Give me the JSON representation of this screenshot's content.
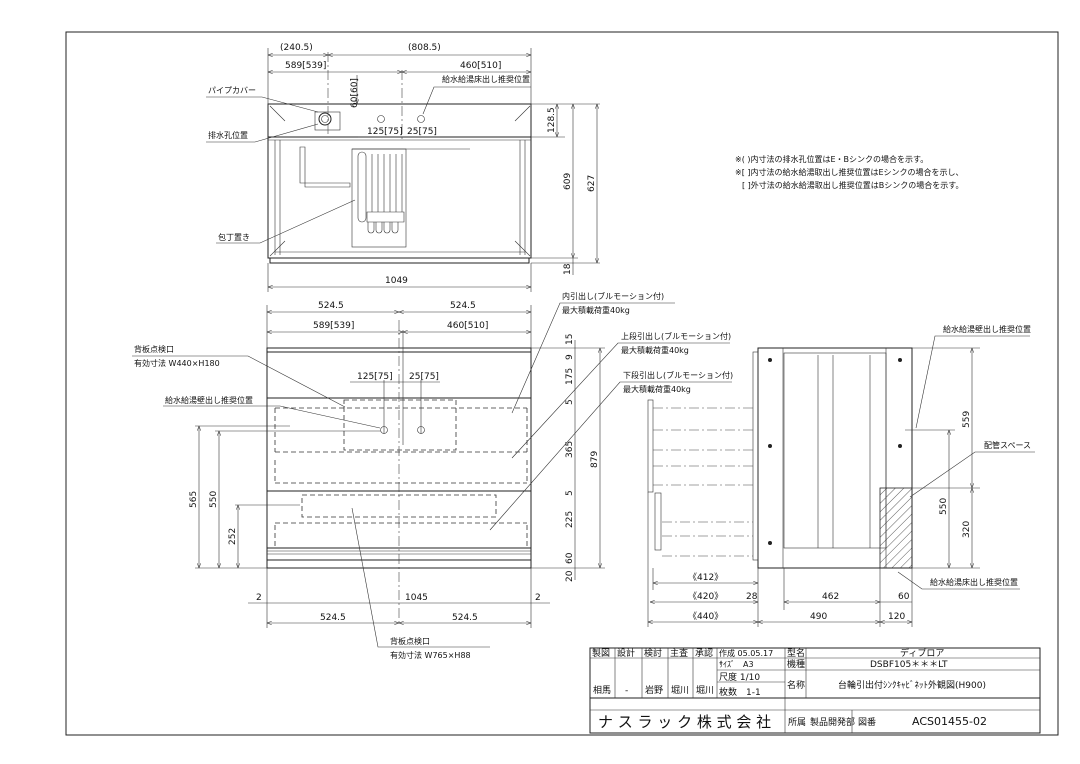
{
  "notes": [
    "※( )内寸法の排水孔位置はE・Bシンクの場合を示す。",
    "※[ ]内寸法の給水給湯取出し推奨位置はEシンクの場合を示し、",
    "[ ]外寸法の給水給湯取出し推奨位置はBシンクの場合を示す。"
  ],
  "top_view": {
    "labels": {
      "pipe_cover": "パイプカバー",
      "drain_hole": "排水孔位置",
      "knife_holder": "包丁置き",
      "floor_outlet": "給水給湯床出し推奨位置"
    },
    "dims": {
      "d240": "(240.5)",
      "d808": "(808.5)",
      "d589": "589[539]",
      "d460": "460[510]",
      "d60": "60[60]",
      "d125": "125[75]",
      "d25": "25[75]",
      "d128": "128.5",
      "d609": "609",
      "d627": "627",
      "d18": "18",
      "d1049": "1049"
    }
  },
  "front_view": {
    "labels": {
      "access_top_1": "背板点検口",
      "access_top_2": "有効寸法 W440×H180",
      "wall_outlet": "給水給湯壁出し推奨位置",
      "access_bot_1": "背板点検口",
      "access_bot_2": "有効寸法 W765×H88",
      "inner_drawer_1": "内引出し(ブルモーション付)",
      "inner_drawer_2": "最大積載荷重40kg",
      "upper_drawer_1": "上段引出し(ブルモーション付)",
      "upper_drawer_2": "最大積載荷重40kg",
      "lower_drawer_1": "下段引出し(ブルモーション付)",
      "lower_drawer_2": "最大積載荷重40kg"
    },
    "dims": {
      "t1": "524.5",
      "t2": "524.5",
      "d589": "589[539]",
      "d460": "460[510]",
      "d125": "125[75]",
      "d25": "25[75]",
      "d565": "565",
      "d550": "550",
      "d252": "252",
      "r15": "15",
      "r9": "9",
      "r175": "175",
      "r5a": "5",
      "r365": "365",
      "r5b": "5",
      "r225": "225",
      "r60": "60",
      "r20": "20",
      "d879": "879",
      "g1": "2",
      "g2": "2",
      "d1045": "1045",
      "b1": "524.5",
      "b2": "524.5"
    }
  },
  "side_view": {
    "labels": {
      "wall_outlet": "給水給湯壁出し推奨位置",
      "pipe_space": "配管スペース",
      "floor_outlet": "給水給湯床出し推奨位置"
    },
    "dims": {
      "d412": "《412》",
      "d420": "《420》",
      "d440": "《440》",
      "d28": "28",
      "d462": "462",
      "d490": "490",
      "d60": "60",
      "d120": "120",
      "d559": "559",
      "d550": "550",
      "d320": "320"
    }
  },
  "title_block": {
    "headers": [
      "製図",
      "設計",
      "検討",
      "主査",
      "承認"
    ],
    "signers": [
      "相馬",
      "-",
      "岩野",
      "堀川",
      "堀川"
    ],
    "created": "作成 05.05.17",
    "size": "ｻｲｽﾞ　A3",
    "scale": "尺度 1/10",
    "sheets": "枚数　1-1",
    "model_label": "型名",
    "model": "ディプロア",
    "type_label": "機種",
    "type": "DSBF105＊＊＊LT",
    "name_label": "名称",
    "name": "台輪引出付ｼﾝｸｷｬﾋﾞﾈｯﾄ外観図(H900)",
    "company": "ナ ス ラ ッ ク 株 式 会 社",
    "dept_label": "所属",
    "dept": "製品開発部",
    "drawing_no_label": "図番",
    "drawing_no": "ACS01455-02"
  }
}
